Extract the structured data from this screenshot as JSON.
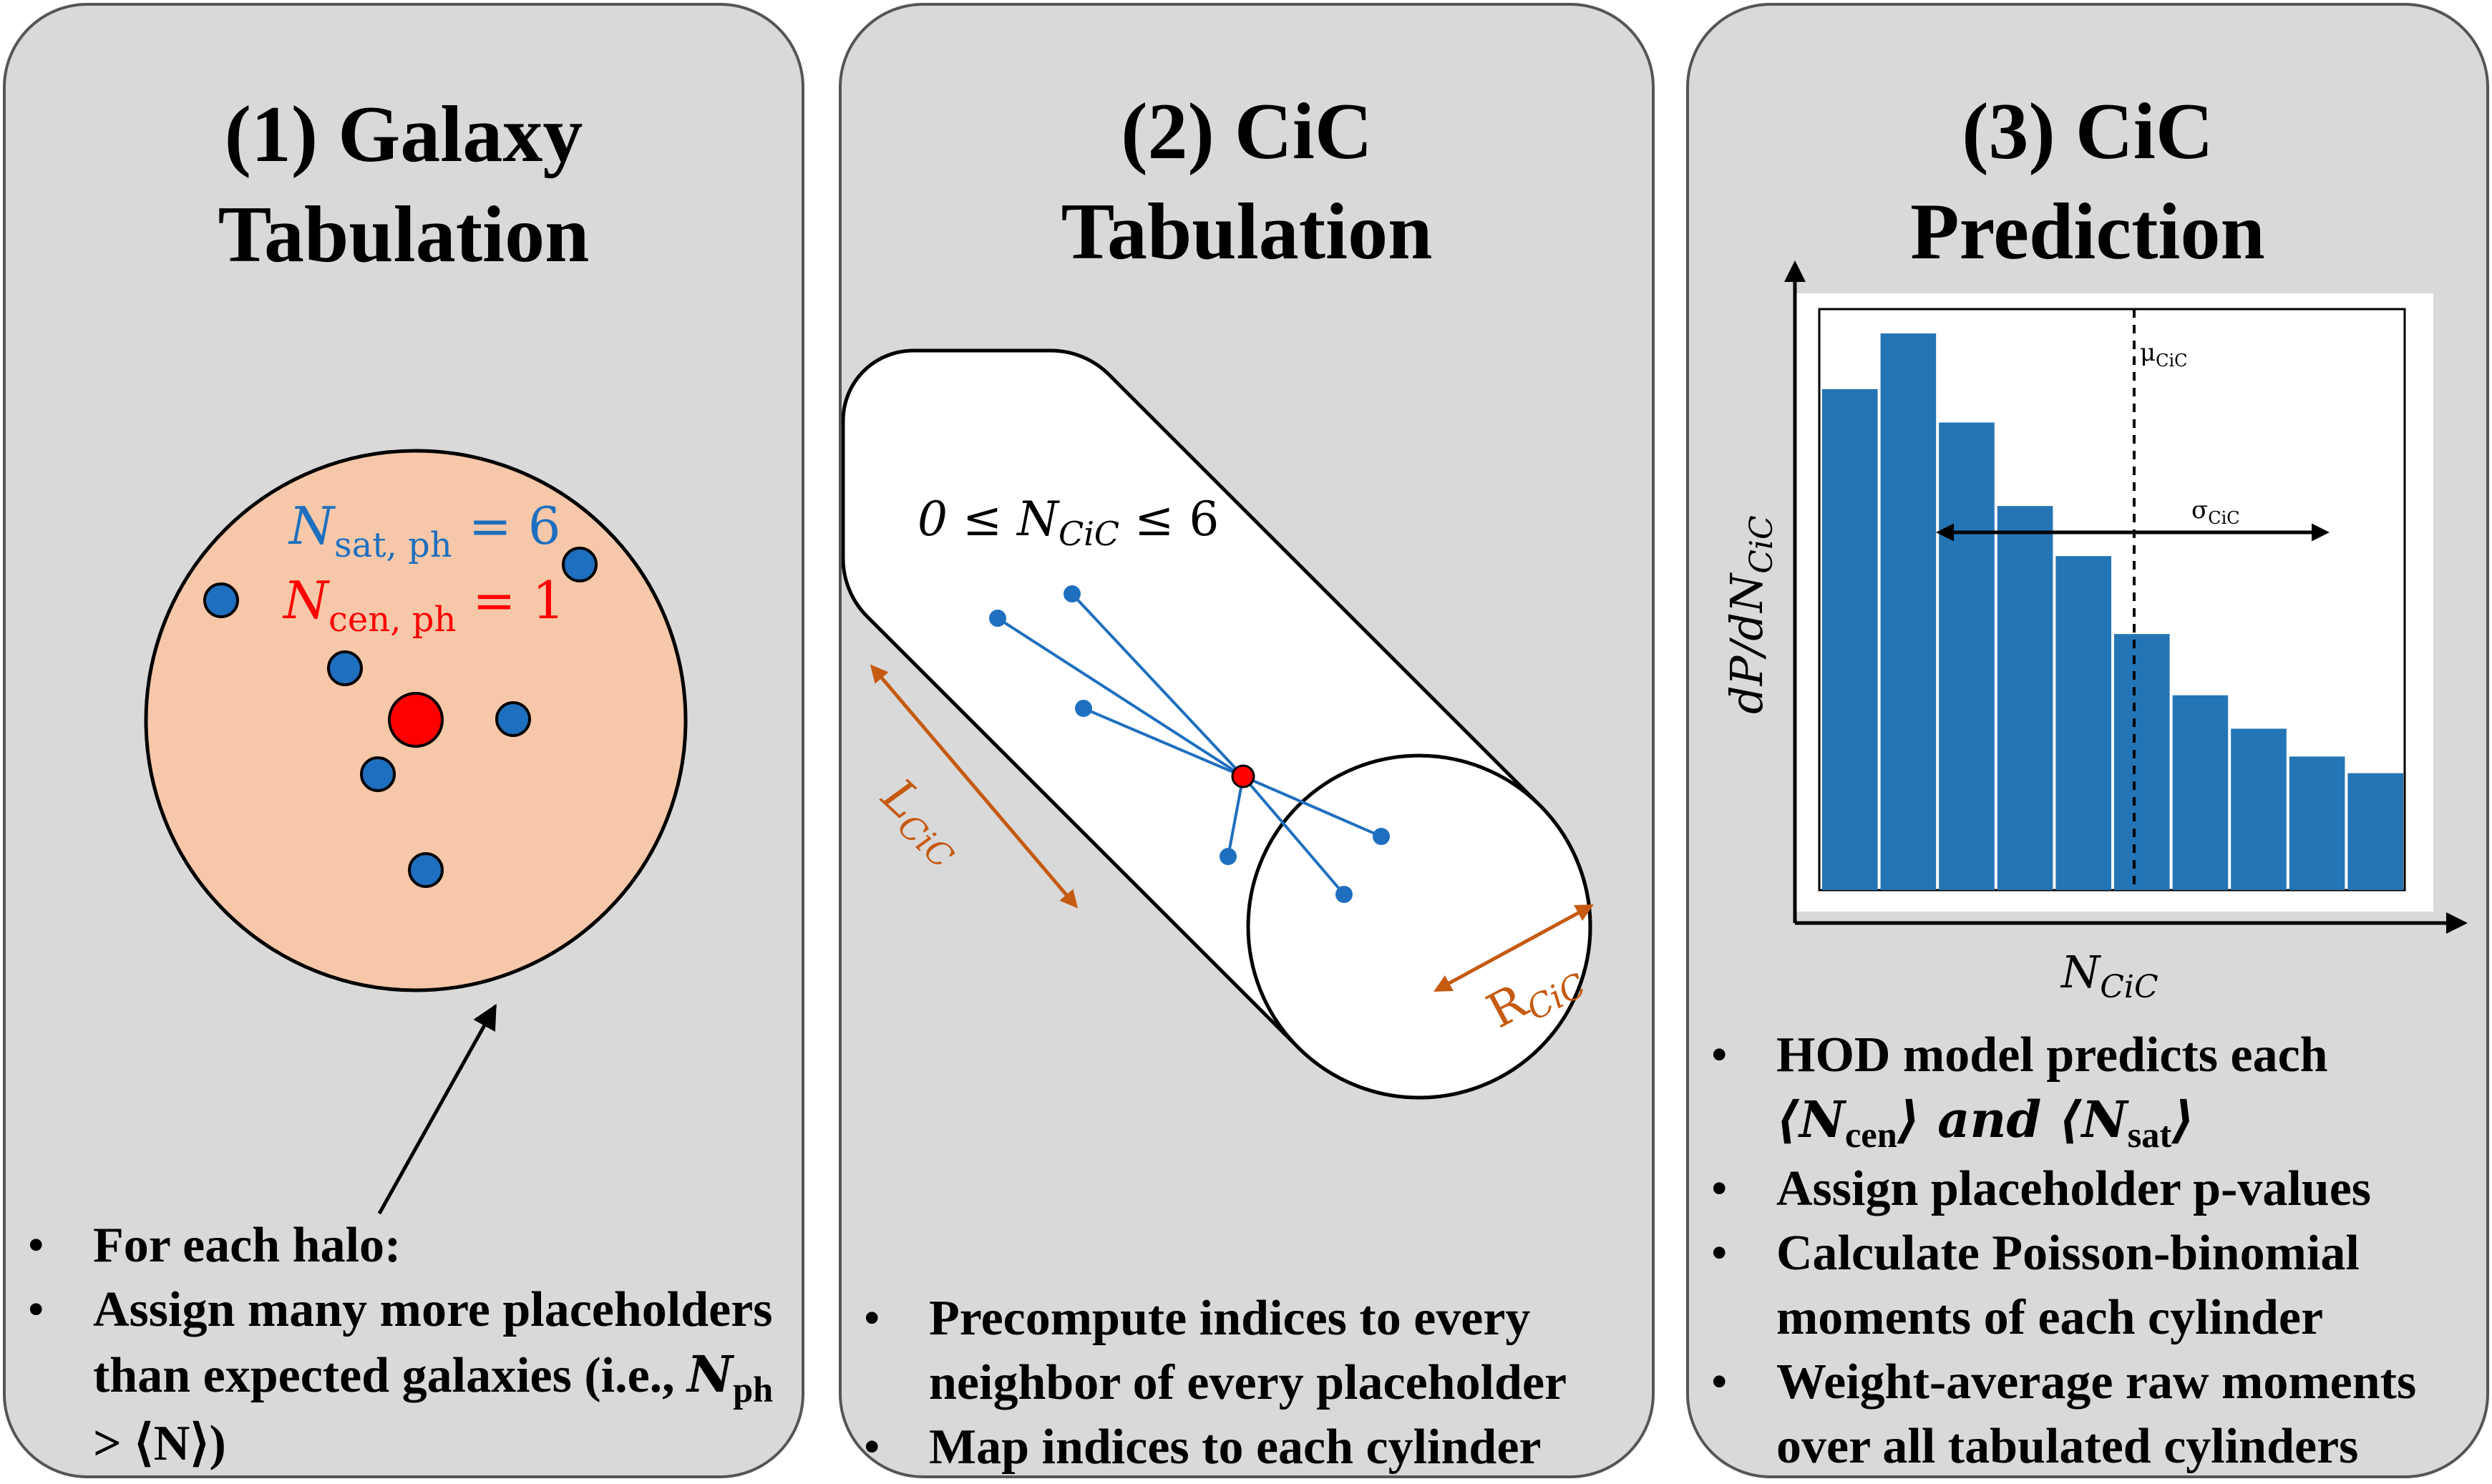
{
  "panels": [
    {
      "title_line1": "(1) Galaxy",
      "title_line2": "Tabulation",
      "halo": {
        "nsat_label": "N",
        "nsat_sub": "sat, ph",
        "nsat_eq": " = 6",
        "ncen_label": "N",
        "ncen_sub": "cen, ph",
        "ncen_eq": " = 1"
      },
      "bullets": {
        "b1": "For each halo:",
        "b2_text": "Assign many more placeholders than expected galaxies (i.e., ",
        "b2_math_n": "N",
        "b2_math_sub": "ph",
        "b2_math_rel": " > ⟨N⟩)"
      }
    },
    {
      "title_line1": "(2) CiC",
      "title_line2": "Tabulation",
      "cylinder": {
        "range_label": "0 ≤ N",
        "range_sub": "CiC",
        "range_rest": " ≤ 6",
        "length_label": "L",
        "length_sub": "CiC",
        "radius_label": "R",
        "radius_sub": "CiC"
      },
      "bullets": [
        "Precompute indices to every neighbor of every placeholder",
        "Map indices to each cylinder"
      ]
    },
    {
      "title_line1": "(3) CiC",
      "title_line2": "Prediction",
      "bullets": {
        "b1": "HOD model predicts each",
        "b1_cont_a": "⟨N",
        "b1_cont_a_sub": "cen",
        "b1_cont_and": "⟩ and ⟨N",
        "b1_cont_b_sub": "sat",
        "b1_cont_end": "⟩",
        "b2": "Assign placeholder p-values",
        "b3": "Calculate Poisson-binomial moments of each cylinder",
        "b4": "Weight-average raw moments over all tabulated cylinders"
      }
    }
  ],
  "chart_data": {
    "type": "bar",
    "xlabel": "N_CiC",
    "ylabel": "dP/dN_CiC",
    "values": [
      0.9,
      1.0,
      0.84,
      0.69,
      0.6,
      0.46,
      0.35,
      0.29,
      0.24,
      0.21
    ],
    "bar_color": "#2475b5",
    "annotations": {
      "mean_label": "μ",
      "mean_sub": "CiC",
      "std_label": "σ",
      "std_sub": "CiC"
    }
  },
  "colors": {
    "sat": "#1e6fbf",
    "cen": "#ff0000",
    "halo_fill": "#f6c8a9",
    "orange_arrow": "#c55a11",
    "panel_bg": "#d9d9d9"
  }
}
